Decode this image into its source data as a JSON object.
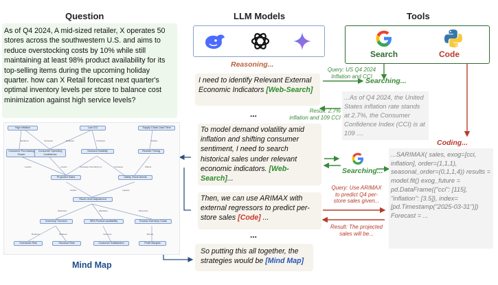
{
  "headers": {
    "question": "Question",
    "llm_models": "LLM Models",
    "tools": "Tools"
  },
  "question_text": "As of Q4 2024, A mid-sized retailer, X operates 50 stores across the southwestern U.S. and aims to reduce overstocking costs by 10% while still maintaining at least 98% product availability for its top-selling items during the upcoming holiday quarter. how can X Retail forecast next quarter's optimal inventory levels per store to balance cost minimization against high service levels?",
  "reasoning_label": "Reasoning...",
  "reasoning_steps": [
    {
      "text": "I need to identify Relevant External Economic Indicators ",
      "tag": "[Web-Search]"
    },
    {
      "text": "To model demand volatility amid inflation and shifting consumer sentiment, I need to search historical sales under relevant economic indicators. ",
      "tag": "[Web-Search]",
      "suffix": "..."
    },
    {
      "text": "Then, we can use ARIMAX with external regressors to predict per-store sales ",
      "tag": "[Code]",
      "suffix": " ..."
    },
    {
      "text": "So putting this all together, the strategies would be ",
      "tag": "[Mind Map]"
    }
  ],
  "ellipsis": "...",
  "tools": {
    "search_label": "Search",
    "code_label": "Code"
  },
  "flow": {
    "query1": "Query: US Q4 2024\nInflation and CCI",
    "searching": "Searching...",
    "result1": "Result: 2.7%\ninflation and 109 CCI",
    "search_result_text": "...As of Q4 2024, the United States inflation rate stands at 2.7%, the Consumer Confidence Index (CCI) is at 109 ....",
    "coding": "Coding...",
    "query2": "Query: Use ARIMAX\nto predict Q4 per-\nstore sales given...",
    "result2": "Result: The projected\nsales will be...",
    "code_text": "...SARIMAX( sales, exog=[cci, inflation], order=(1,1,1), seasonal_order=(0,1,1,4)) results = model.fit() exog_future = pd.DataFrame({\"cci\": [115], \"inflation\": [3.5]}, index=[pd.Timestamp(\"2025-03-31\")]) Forecast = ..."
  },
  "mind_map": {
    "title": "Mind Map",
    "nodes": [
      {
        "id": "n1",
        "label": "High Inflation"
      },
      {
        "id": "n2",
        "label": "Low CCI"
      },
      {
        "id": "n3",
        "label": "Supply Chain Lead Time"
      },
      {
        "id": "n4",
        "label": "Consumer Purchasing Power"
      },
      {
        "id": "n5",
        "label": "Consumer Spending Confidence"
      },
      {
        "id": "n6",
        "label": "Demand Volatility"
      },
      {
        "id": "n7",
        "label": "Reorder Timing"
      },
      {
        "id": "n8",
        "label": "Projected Sales"
      },
      {
        "id": "n9",
        "label": "Safety Stock Needs"
      },
      {
        "id": "n10",
        "label": "Stock Level Adjustment"
      },
      {
        "id": "n11",
        "label": "Inventory Turnover"
      },
      {
        "id": "n12",
        "label": "98% Product availability"
      },
      {
        "id": "n13",
        "label": "Excess Inventory Costs"
      },
      {
        "id": "n14",
        "label": "Overstock Risk"
      },
      {
        "id": "n15",
        "label": "Stockout Risk"
      },
      {
        "id": "n16",
        "label": "Customer Satisfaction"
      },
      {
        "id": "n17",
        "label": "Profit Margins"
      }
    ],
    "edge_labels": {
      "reduces": "Reduces",
      "increases": "Increases",
      "delays": "Delays",
      "lowers": "Lowers",
      "increases_uncertainty": "Increases Uncertainty in",
      "affects": "Affects",
      "guides": "Guides",
      "impacts": "Impacts",
      "optimizes": "Optimizes",
      "maintains": "Maintains",
      "minimizes": "Minimizes",
      "improves": "Improves",
      "boosts": "Boosts"
    }
  }
}
